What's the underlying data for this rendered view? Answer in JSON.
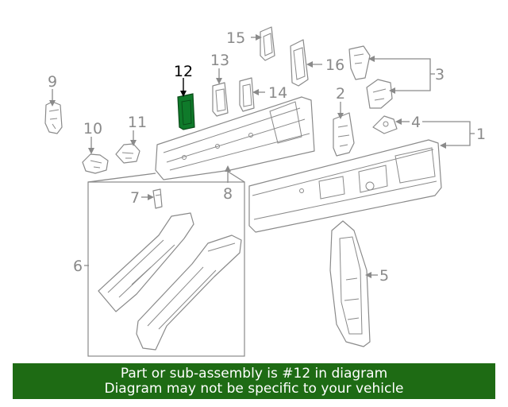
{
  "callouts": {
    "c1": "1",
    "c2": "2",
    "c3": "3",
    "c4": "4",
    "c5": "5",
    "c6": "6",
    "c7": "7",
    "c8": "8",
    "c9": "9",
    "c10": "10",
    "c11": "11",
    "c12": "12",
    "c13": "13",
    "c14": "14",
    "c15": "15",
    "c16": "16"
  },
  "highlighted_part": "12",
  "colors": {
    "highlight_part": "#0f7a2a",
    "banner_background": "#1e6b14",
    "line_art": "#8a8a8a"
  },
  "banner": {
    "line1": "Part or sub-assembly is #12 in diagram",
    "line2": "Diagram may not be specific to your vehicle"
  }
}
